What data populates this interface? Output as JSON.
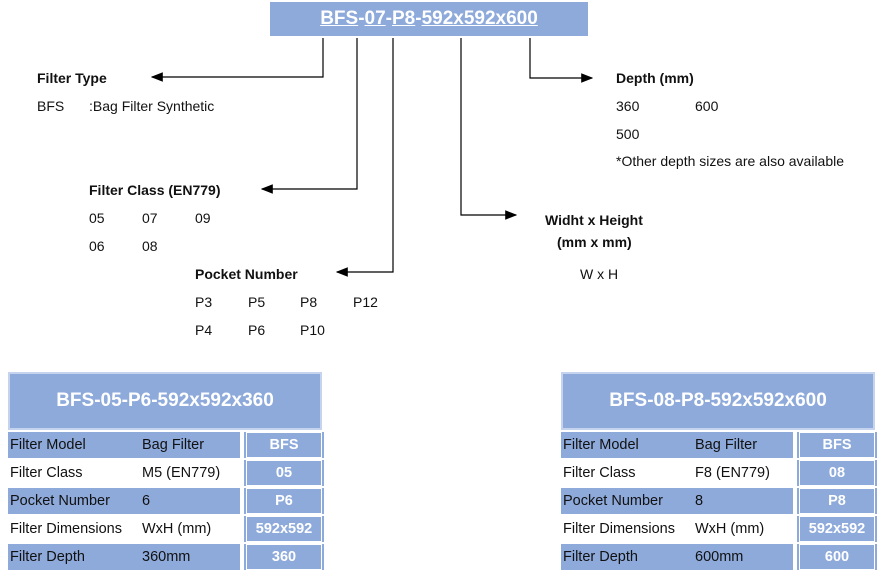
{
  "code": {
    "parts": [
      "BFS",
      "-",
      "07",
      "-",
      "P8",
      "-",
      "592x592x600"
    ]
  },
  "filter_type": {
    "title": "Filter Type",
    "code": "BFS",
    "desc": ":Bag Filter Synthetic"
  },
  "filter_class": {
    "title": "Filter Class (EN779)",
    "values": [
      "05",
      "07",
      "09",
      "06",
      "08"
    ]
  },
  "pocket_number": {
    "title": "Pocket Number",
    "values": [
      "P3",
      "P5",
      "P8",
      "P12",
      "P4",
      "P6",
      "P10"
    ]
  },
  "depth": {
    "title": "Depth (mm)",
    "values": [
      "360",
      "600",
      "500"
    ],
    "note": "*Other depth sizes are also available"
  },
  "size": {
    "title_line1": "Widht x Height",
    "title_line2": "(mm x mm)",
    "value": "W x H"
  },
  "cards": [
    {
      "title": "BFS-05-P6-592x592x360",
      "rows": [
        {
          "label": "Filter Model",
          "value": "Bag Filter",
          "code": "BFS"
        },
        {
          "label": "Filter Class",
          "value": "M5 (EN779)",
          "code": "05"
        },
        {
          "label": "Pocket Number",
          "value": "6",
          "code": "P6"
        },
        {
          "label": "Filter Dimensions",
          "value": "WxH (mm)",
          "code": "592x592"
        },
        {
          "label": "Filter Depth",
          "value": "360mm",
          "code": "360"
        }
      ]
    },
    {
      "title": "BFS-08-P8-592x592x600",
      "rows": [
        {
          "label": "Filter Model",
          "value": "Bag Filter",
          "code": "BFS"
        },
        {
          "label": "Filter Class",
          "value": "F8 (EN779)",
          "code": "08"
        },
        {
          "label": "Pocket Number",
          "value": "8",
          "code": "P8"
        },
        {
          "label": "Filter Dimensions",
          "value": "WxH (mm)",
          "code": "592x592"
        },
        {
          "label": "Filter Depth",
          "value": "600mm",
          "code": "600"
        }
      ]
    }
  ],
  "colors": {
    "accent": "#8eaadb",
    "line": "#000000"
  }
}
